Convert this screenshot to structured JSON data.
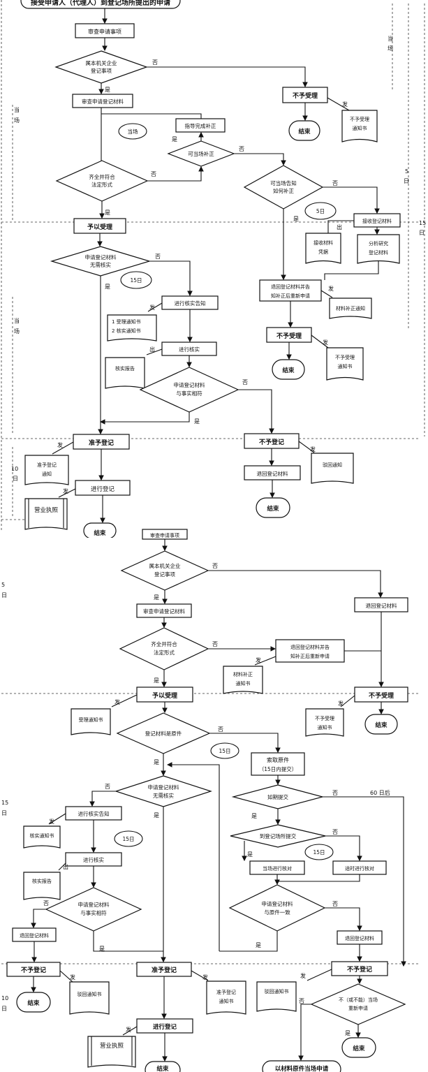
{
  "top": {
    "header": "接受申请人（代理人）到登记场所提出的申请",
    "review_items": "审查申请事项",
    "belongs": [
      "属本机关企业",
      "登记事项"
    ],
    "review_materials": "审查申请登记材料",
    "no_accept": "不予受理",
    "end": "结束",
    "notice_no_accept": [
      "不予受理",
      "通知书"
    ],
    "guide_fix": "指导完成补正",
    "onsite": "当场",
    "can_fix": "可当场补正",
    "complete": [
      "齐全并符合",
      "法定形式"
    ],
    "can_inform": [
      "可当场告知",
      "如何补正"
    ],
    "accept": "予以受理",
    "d5": "5日",
    "receive": "接收登记材料",
    "receipt": [
      "接收材料",
      "凭据"
    ],
    "analyze": [
      "分析研究",
      "登记材料"
    ],
    "need_verify": [
      "申请登记材料",
      "无需核实"
    ],
    "d15": "15日",
    "verify_notice": "进行核实告知",
    "two_notices": [
      "1 受理通知书",
      "2 核实通知书"
    ],
    "return_fix": [
      "退回登记材料并告",
      "知补正后重新申请"
    ],
    "fix_notice": "材料补正通知",
    "verify": "进行核实",
    "verify_report": "核实报告",
    "match": [
      "申请登记材料",
      "与事实相符"
    ],
    "approve": "准予登记",
    "reject": "不予登记",
    "approve_notice": [
      "准予登记",
      "通知"
    ],
    "return_materials": "退回登记材料",
    "reject_notice": "驳回通知",
    "register": "进行登记",
    "license": "营业执照",
    "d10": [
      "10",
      "日"
    ],
    "side_5d": [
      "5",
      "日"
    ],
    "side_15d": [
      "15",
      "日"
    ],
    "side_onsite": [
      "当",
      "场"
    ]
  },
  "bottom": {
    "top_cut": "审查申请事项",
    "belongs": [
      "属本机关企业",
      "登记事项"
    ],
    "review_materials": "审查申请登记材料",
    "return_materials": "退回登记材料",
    "complete": [
      "齐全并符合",
      "法定形式"
    ],
    "return_fix": [
      "退回登记材料并告",
      "知补正后重新申请"
    ],
    "fix_notice": [
      "材料补正",
      "通知书"
    ],
    "accept": "予以受理",
    "no_accept": "不予受理",
    "accept_notice": [
      "受理通知书"
    ],
    "no_accept_notice": [
      "不予受理",
      "通知书"
    ],
    "end": "结束",
    "original": "登记材料是原件",
    "d15": "15日",
    "ask_original": [
      "索取原件",
      "（15日内提交）"
    ],
    "need_verify": [
      "申请登记材料",
      "无需核实"
    ],
    "submitted": "如期提交",
    "d60": "60 日后",
    "verify_notice": "进行核实告知",
    "verify_notice_doc": "核实通知书",
    "to_site": "到登记场所提交",
    "onsite_check": "当场进行核对",
    "timely_check": "适时进行核对",
    "verify": "进行核实",
    "verify_report": "核实报告",
    "match": [
      "申请登记材料",
      "与事实相符"
    ],
    "consistent": [
      "申请登记材料",
      "与原件一致"
    ],
    "approve": "准予登记",
    "reject": "不予登记",
    "approve_notice": [
      "准予登记",
      "通知书"
    ],
    "reject_notice": "驳回通知书",
    "resubmit": [
      "不（或不能）当场",
      "重新申请"
    ],
    "register": "进行登记",
    "license": "营业执照",
    "final": "以材料原件当场申请",
    "d5": [
      "5",
      "日"
    ],
    "d15s": [
      "15",
      "日"
    ],
    "d10": [
      "10",
      "日"
    ]
  },
  "labels": {
    "yes": "是",
    "no": "否",
    "issue": "发",
    "out": "出"
  }
}
